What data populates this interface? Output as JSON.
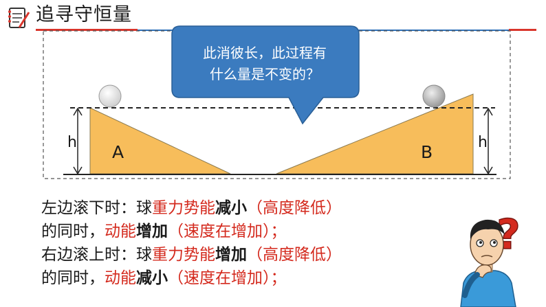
{
  "header": {
    "title": "追寻守恒量",
    "icon": "notebook-pen-icon"
  },
  "bubble": {
    "line1": "此消彼长，此过程有",
    "line2": "什么量是不变的？"
  },
  "diagram": {
    "height_label_left": "h",
    "height_label_right": "h",
    "ramp_left_label": "A",
    "ramp_right_label": "B",
    "colors": {
      "ramp": "#f7bd5b",
      "bubble": "#3b7bbf",
      "ball_left": "#f3f3f3",
      "ball_right": "#c9c9c9"
    }
  },
  "text": {
    "line1": {
      "a": "左边滚下时：球",
      "b": "重力势能",
      "c": "减小",
      "d": "（高度降低）"
    },
    "line2": {
      "a": "的同时，",
      "b": "动能",
      "c": "增加",
      "d": "（速度在增加）；"
    },
    "line3": {
      "a": "右边滚上时：球",
      "b": "重力势能",
      "c": "增加",
      "d": "（高度降低）"
    },
    "line4": {
      "a": "的同时，",
      "b": "动能",
      "c": "减小",
      "d": "（速度在增加）；"
    }
  },
  "figure": {
    "icon": "thinking-person-question-icon"
  }
}
